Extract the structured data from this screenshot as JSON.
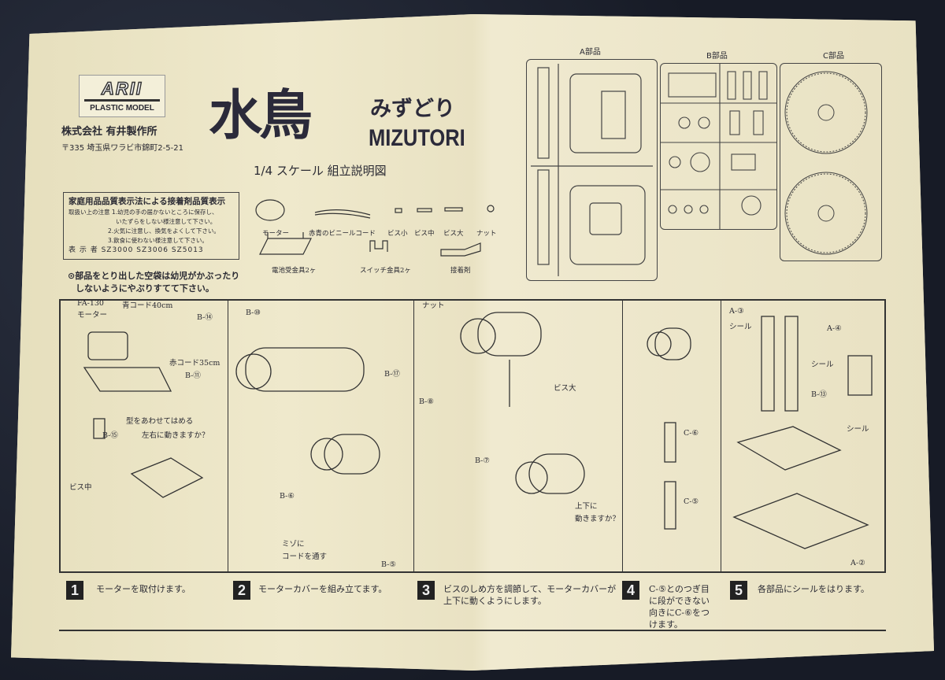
{
  "brand": {
    "logo": "ARII",
    "logo_sub": "PLASTIC MODEL",
    "company": "株式会社 有井製作所",
    "address": "〒335 埼玉県ワラビ市錦町2-5-21"
  },
  "title": {
    "kanji": "水鳥",
    "kana": "みずどり",
    "romaji": "MIZUTORI",
    "subtitle": "1/4 スケール 組立説明図"
  },
  "quality_box": {
    "heading": "家庭用品品質表示法による接着剤品質表示",
    "lines": [
      "取扱い上の注意 1.幼児の手の届かないところに保存し、",
      "いたずらをしない様注意して下さい。",
      "2.火気に注意し、換気をよくして下さい。",
      "3.飲食に使わない様注意して下さい。"
    ],
    "codes": "表 示 者 SZ3000 SZ3006 SZ5013"
  },
  "bag_note": [
    "⊙部品をとり出した空袋は幼児がかぶったり",
    "しないようにやぶりすてて下さい。"
  ],
  "parts": [
    "モーター",
    "赤青のビニールコード",
    "ビス小",
    "ビス中",
    "ビス大",
    "ナット",
    "電池受金具2ヶ",
    "スイッチ金具2ヶ",
    "接着剤"
  ],
  "sheets": {
    "a": "A部品",
    "b": "B部品",
    "c": "C部品"
  },
  "diagram_labels": {
    "s1": [
      "FA-130",
      "モーター",
      "青コード40cm",
      "B-⑭",
      "赤コード35cm",
      "B-⑪",
      "型をあわせてはめる",
      "B-⑮",
      "左右に動きますか？",
      "ビス中"
    ],
    "s2": [
      "B-⑩",
      "B-⑰",
      "B-⑥",
      "ミゾに",
      "コードを通す",
      "B-⑤"
    ],
    "s3": [
      "ナット",
      "B-⑧",
      "ビス大",
      "B-⑦",
      "上下に",
      "動きますか？"
    ],
    "s4": [
      "C-⑥",
      "C-⑤"
    ],
    "s5": [
      "A-③",
      "シール",
      "A-④",
      "シール",
      "B-⑬",
      "シール",
      "A-②"
    ]
  },
  "steps": [
    {
      "num": "1",
      "text": "モーターを取付けます。"
    },
    {
      "num": "2",
      "text": "モーターカバーを組み立てます。"
    },
    {
      "num": "3",
      "text": "ビスのしめ方を調節して、モーターカバーが上下に動くようにします。"
    },
    {
      "num": "4",
      "text": "C-⑤とのつぎ目に段ができない向きにC-⑥をつけます。"
    },
    {
      "num": "5",
      "text": "各部品にシールをはります。"
    }
  ]
}
